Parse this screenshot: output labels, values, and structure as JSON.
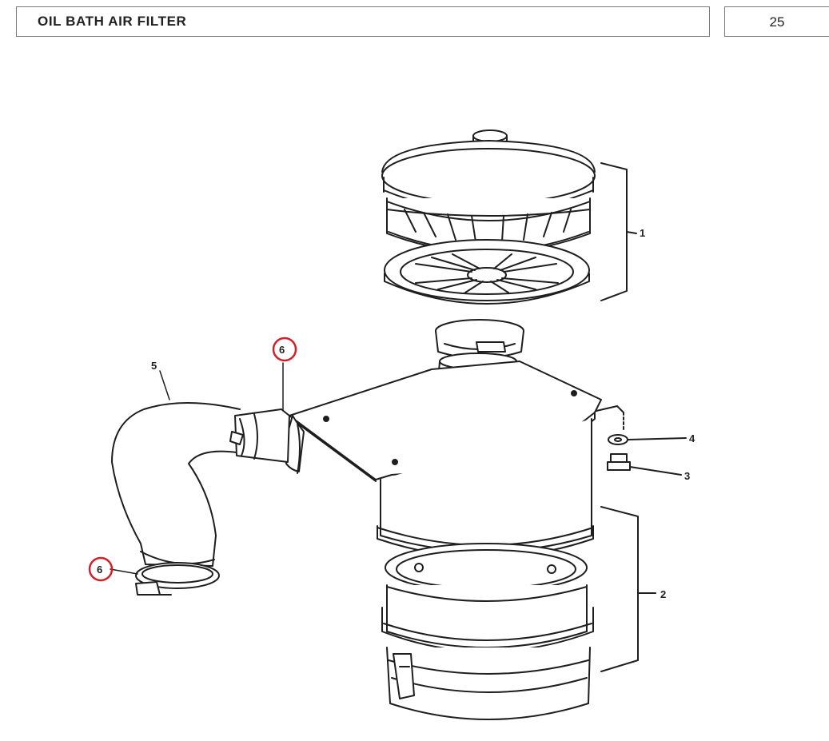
{
  "header": {
    "title": "OIL BATH AIR FILTER",
    "page_number": "25"
  },
  "callouts": [
    {
      "id": "1",
      "label": "1"
    },
    {
      "id": "2",
      "label": "2"
    },
    {
      "id": "3",
      "label": "3"
    },
    {
      "id": "4",
      "label": "4"
    },
    {
      "id": "5",
      "label": "5"
    },
    {
      "id": "6a",
      "label": "6",
      "highlighted": true
    },
    {
      "id": "6b",
      "label": "6",
      "highlighted": true
    }
  ],
  "colors": {
    "line": "#1e1e1e",
    "highlight": "#d0202a",
    "border": "#7a7a7a"
  }
}
